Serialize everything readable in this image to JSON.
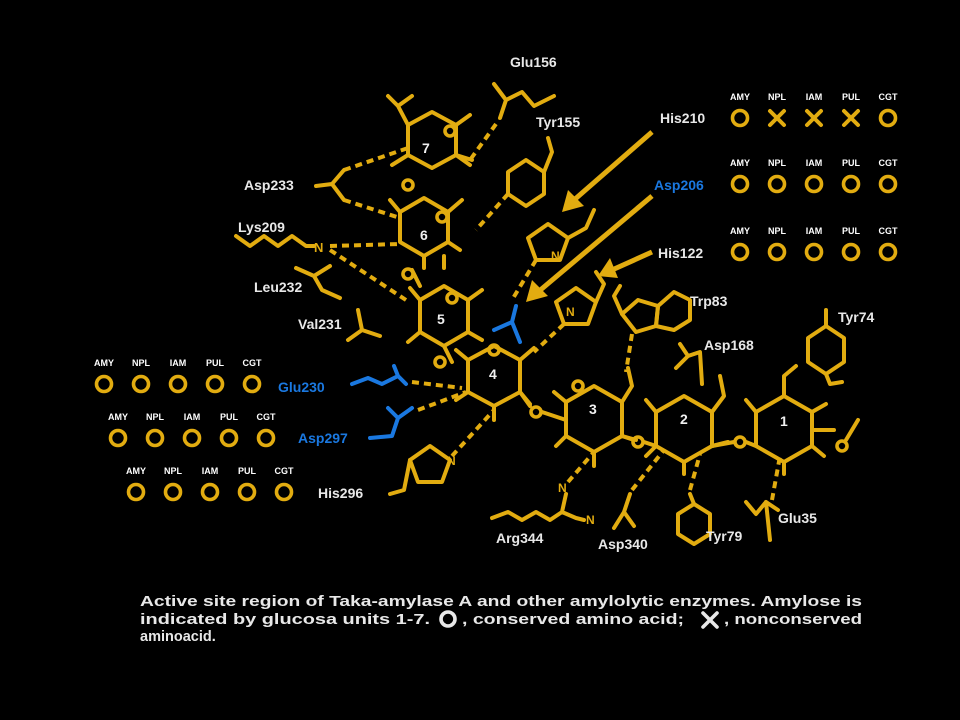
{
  "colors": {
    "background": "#000000",
    "structure": "#e2ac10",
    "highlight": "#1a78e0",
    "text": "#e8e8e8"
  },
  "enzyme_headers": [
    "AMY",
    "NPL",
    "IAM",
    "PUL",
    "CGT"
  ],
  "conservation_groups": [
    {
      "residue": "His210",
      "marks": [
        "conserved",
        "nonconserved",
        "nonconserved",
        "nonconserved",
        "conserved"
      ]
    },
    {
      "residue": "Asp206",
      "marks": [
        "conserved",
        "conserved",
        "conserved",
        "conserved",
        "conserved"
      ]
    },
    {
      "residue": "His122",
      "marks": [
        "conserved",
        "conserved",
        "conserved",
        "conserved",
        "conserved"
      ]
    },
    {
      "residue": "Glu230",
      "marks": [
        "conserved",
        "conserved",
        "conserved",
        "conserved",
        "conserved"
      ]
    },
    {
      "residue": "Asp297",
      "marks": [
        "conserved",
        "conserved",
        "conserved",
        "conserved",
        "conserved"
      ]
    },
    {
      "residue": "His296",
      "marks": [
        "conserved",
        "conserved",
        "conserved",
        "conserved",
        "conserved"
      ]
    }
  ],
  "residues": {
    "glu156": "Glu156",
    "tyr155": "Tyr155",
    "his210": "His210",
    "asp206": "Asp206",
    "his122": "His122",
    "asp233": "Asp233",
    "lys209": "Lys209",
    "leu232": "Leu232",
    "val231": "Val231",
    "glu230": "Glu230",
    "asp297": "Asp297",
    "his296": "His296",
    "trp83": "Trp83",
    "asp168": "Asp168",
    "tyr74": "Tyr74",
    "arg344": "Arg344",
    "asp340": "Asp340",
    "tyr79": "Tyr79",
    "glu35": "Glu35"
  },
  "glucose_units": [
    "1",
    "2",
    "3",
    "4",
    "5",
    "6",
    "7"
  ],
  "atom_labels": {
    "n": "N",
    "o": "O"
  },
  "caption": {
    "line1": "Active site region of Taka-amylase A and other amylolytic enzymes. Amylose is",
    "line2_a": "indicated by glucosa units 1-7.",
    "line2_b": ", conserved amino acid;",
    "line2_c": ", nonconserved",
    "line3": "aminoacid."
  }
}
